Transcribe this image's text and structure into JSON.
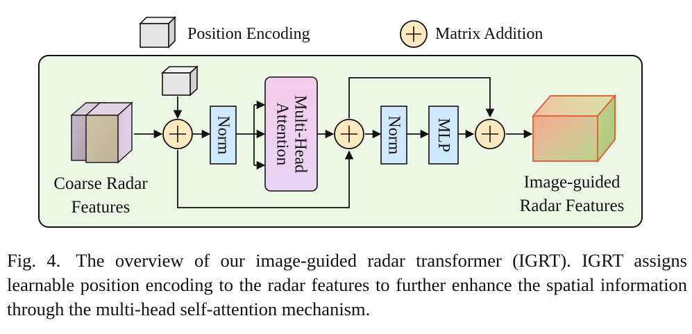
{
  "legend": {
    "position_encoding": "Position Encoding",
    "matrix_addition": "Matrix Addition"
  },
  "diagram": {
    "input_label_line1": "Coarse Radar",
    "input_label_line2": "Features",
    "norm1": "Norm",
    "attention_line1": "Multi-Head",
    "attention_line2": "Attention",
    "norm2": "Norm",
    "mlp": "MLP",
    "output_label_line1": "Image-guided",
    "output_label_line2": "Radar Features"
  },
  "caption": {
    "figure_number": "Fig. 4.",
    "text": "The overview of our image-guided radar transformer (IGRT). IGRT assigns learnable position encoding to the radar features to further enhance the spatial information through the multi-head self-attention mechanism."
  },
  "colors": {
    "panel_fill": "#edf7e6",
    "norm_fill": "#cfe8fb",
    "attention_fill_top": "#f6ccec",
    "attention_fill_bottom": "#e7d4f6",
    "adder_fill": "#fde8bf",
    "position_encoding_fill": "#e6e6e6",
    "output_cube_edge": "#e0643c"
  }
}
